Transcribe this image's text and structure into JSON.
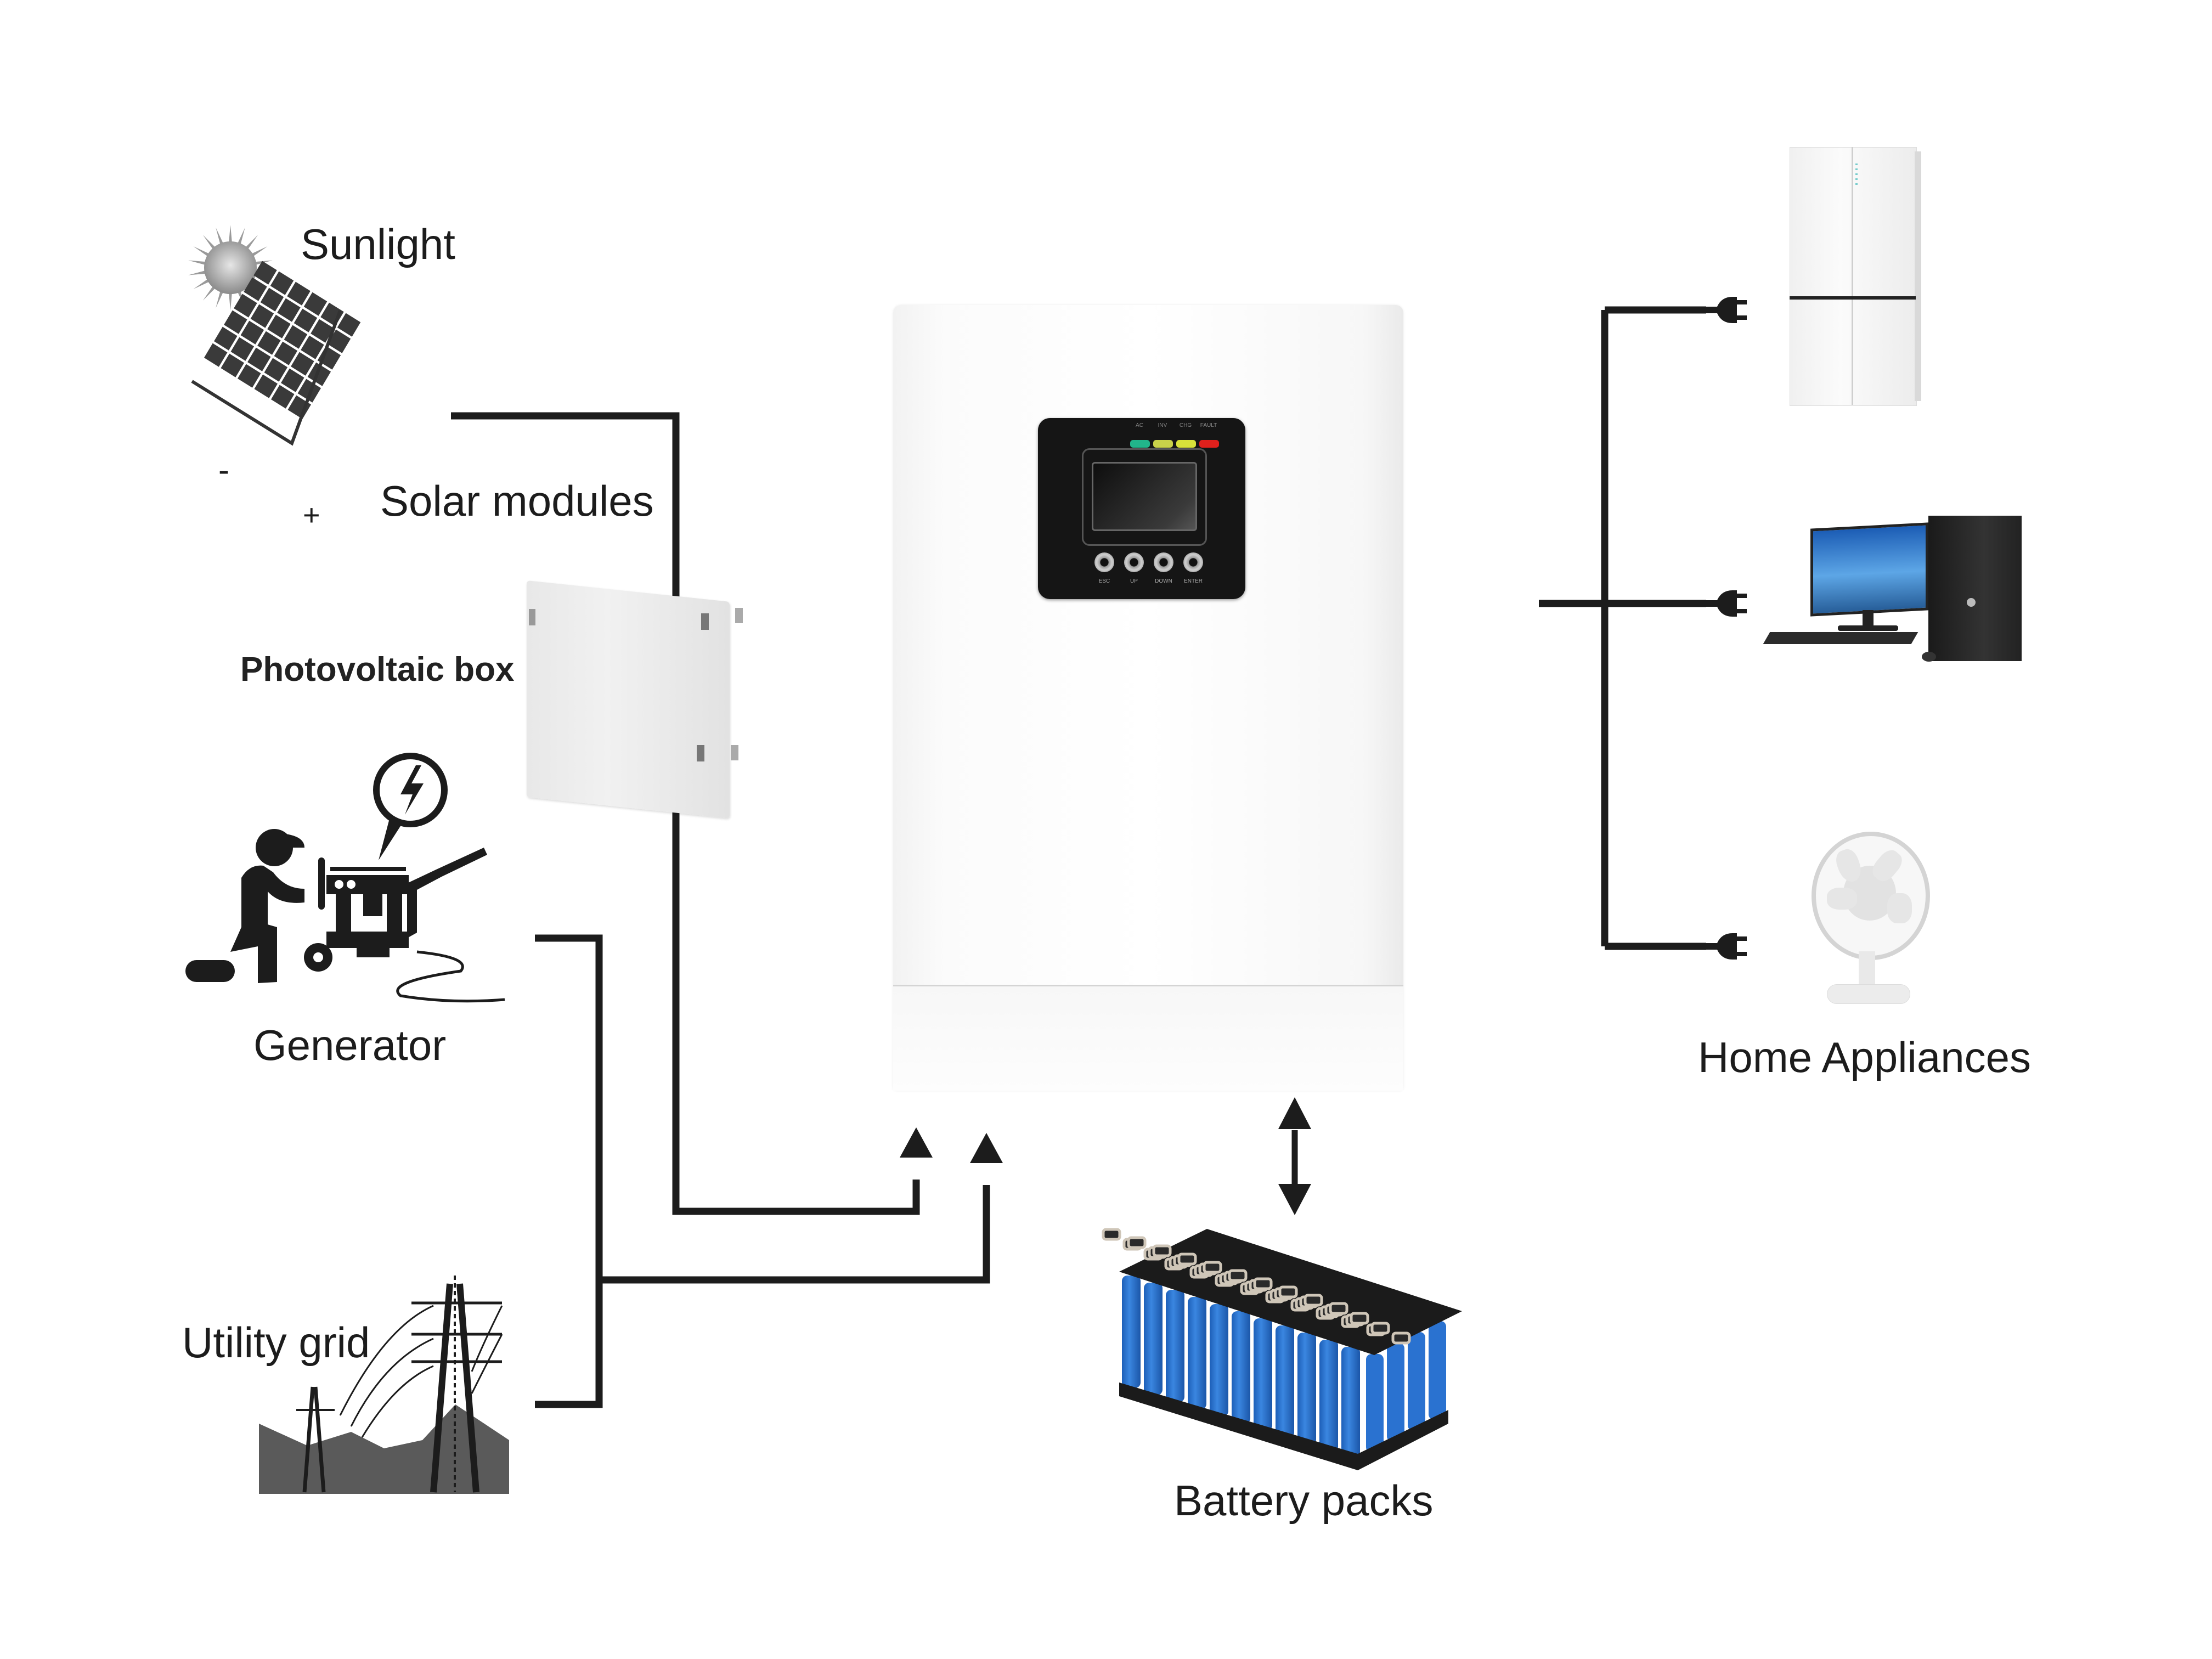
{
  "title": "Hybrid solar inverter system connection diagram",
  "sources": {
    "sunlight": {
      "label": "Sunlight",
      "icon": "sun-icon"
    },
    "solar_modules": {
      "label": "Solar modules",
      "minus": "-",
      "plus": "+",
      "icon": "solar-panel-icon"
    },
    "pv_box": {
      "label": "Photovoltaic box",
      "icon": "combiner-box-icon"
    },
    "generator": {
      "label": "Generator",
      "icon": "generator-icon"
    },
    "utility_grid": {
      "label": "Utility grid",
      "icon": "power-tower-icon"
    }
  },
  "inverter": {
    "icon": "hybrid-inverter-icon",
    "leds": [
      {
        "label": "AC",
        "color": "#22b58a"
      },
      {
        "label": "INV",
        "color": "#c9d14a"
      },
      {
        "label": "CHG",
        "color": "#d8e23a"
      },
      {
        "label": "FAULT",
        "color": "#e0201c"
      }
    ],
    "buttons": [
      "ESC",
      "UP",
      "DOWN",
      "ENTER"
    ]
  },
  "storage": {
    "label": "Battery packs",
    "icon": "battery-pack-icon",
    "cell_color": "#2a72d0"
  },
  "loads": {
    "label": "Home Appliances",
    "items": [
      {
        "name": "refrigerator",
        "icon": "refrigerator-icon"
      },
      {
        "name": "desktop computer",
        "icon": "computer-icon"
      },
      {
        "name": "electric fan",
        "icon": "fan-icon"
      }
    ]
  },
  "connections": [
    {
      "from": "Solar modules",
      "via": "Photovoltaic box",
      "to": "Inverter",
      "direction": "one-way"
    },
    {
      "from": "Generator",
      "to": "Inverter",
      "direction": "one-way"
    },
    {
      "from": "Utility grid",
      "to": "Inverter",
      "direction": "one-way"
    },
    {
      "from": "Inverter",
      "to": "Battery packs",
      "direction": "two-way"
    },
    {
      "from": "Inverter",
      "to": "Home Appliances",
      "direction": "one-way"
    }
  ],
  "colors": {
    "line": "#1c1c1c",
    "background": "#ffffff"
  }
}
